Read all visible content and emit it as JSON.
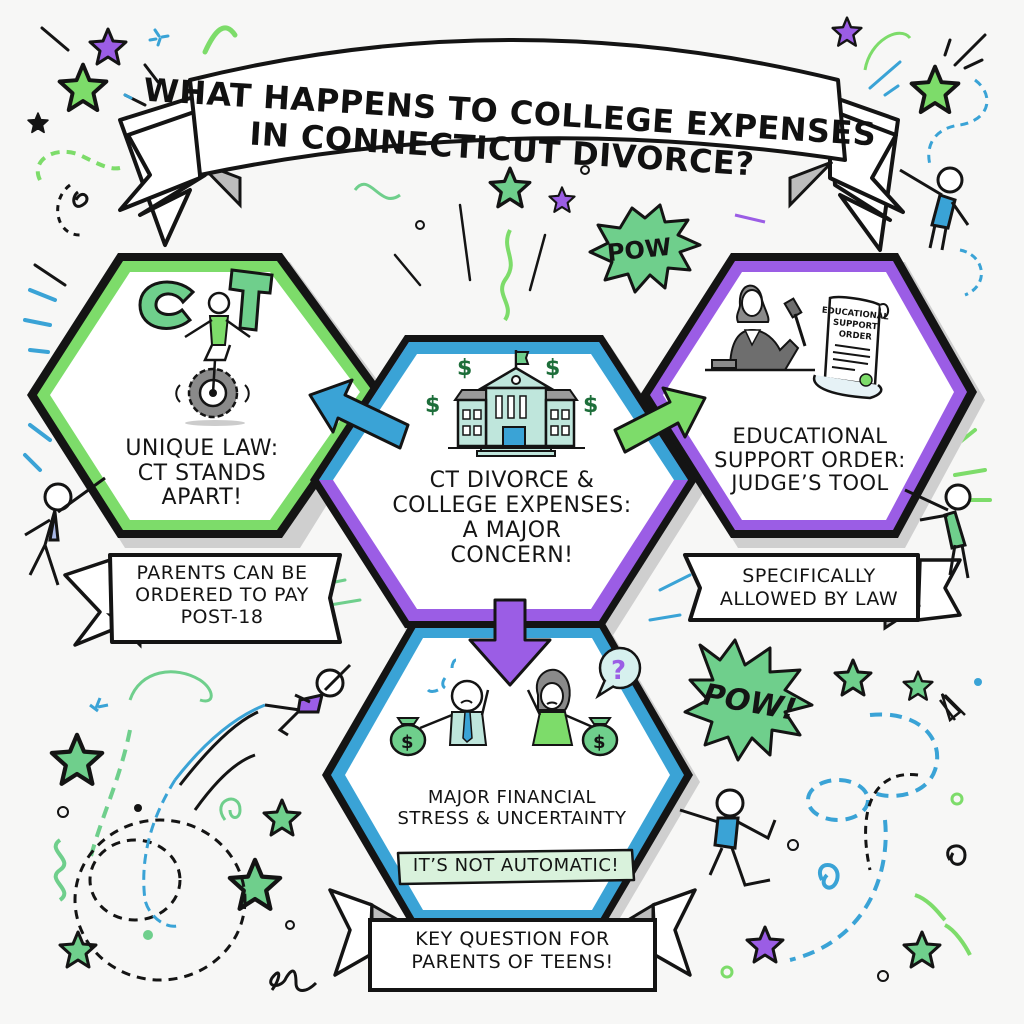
{
  "title": {
    "line1": "WHAT HAPPENS TO COLLEGE EXPENSES",
    "line2": "IN CONNECTICUT DIVORCE?"
  },
  "colors": {
    "green": "#7ddc6a",
    "green_soft": "#6fcf8c",
    "blue": "#3aa3d6",
    "purple": "#9b5de5",
    "ink": "#141414",
    "shadow": "#c8c8c8",
    "background": "#f7f7f6"
  },
  "nodes": {
    "left": {
      "icon": "ct-letters-unicycle-icon",
      "letters": "CT",
      "line1": "UNIQUE LAW:",
      "line2": "CT STANDS",
      "line3": "APART!",
      "border": "green"
    },
    "center": {
      "icon": "college-building-icon",
      "line1": "CT DIVORCE &",
      "line2": "COLLEGE EXPENSES:",
      "line3": "A MAJOR",
      "line4": "CONCERN!",
      "border": "blue-purple"
    },
    "right": {
      "icon": "judge-gavel-icon",
      "scroll_text_1": "EDUCATIONAL",
      "scroll_text_2": "SUPPORT",
      "scroll_text_3": "ORDER",
      "line1": "EDUCATIONAL",
      "line2": "SUPPORT ORDER:",
      "line3": "JUDGE’S TOOL",
      "border": "purple"
    },
    "bottom": {
      "icon": "stressed-parents-money-bags-icon",
      "line1": "MAJOR FINANCIAL",
      "line2": "STRESS & UNCERTAINTY",
      "tag": "IT’S NOT AUTOMATIC!",
      "border": "blue"
    }
  },
  "banners": {
    "left": {
      "line1": "PARENTS CAN BE",
      "line2": "ORDERED TO PAY",
      "line3": "POST-18"
    },
    "right": {
      "line1": "SPECIFICALLY",
      "line2": "ALLOWED BY LAW"
    },
    "bottom": {
      "line1": "KEY QUESTION FOR",
      "line2": "PARENTS OF TEENS!"
    }
  },
  "bursts": {
    "top": "POW",
    "bottom": "POW!"
  },
  "arrows": [
    {
      "from": "center",
      "to": "left",
      "color": "blue"
    },
    {
      "from": "center",
      "to": "right",
      "color": "green"
    },
    {
      "from": "center",
      "to": "bottom",
      "color": "purple"
    }
  ],
  "decor": {
    "dollar": "$",
    "question": "?"
  }
}
